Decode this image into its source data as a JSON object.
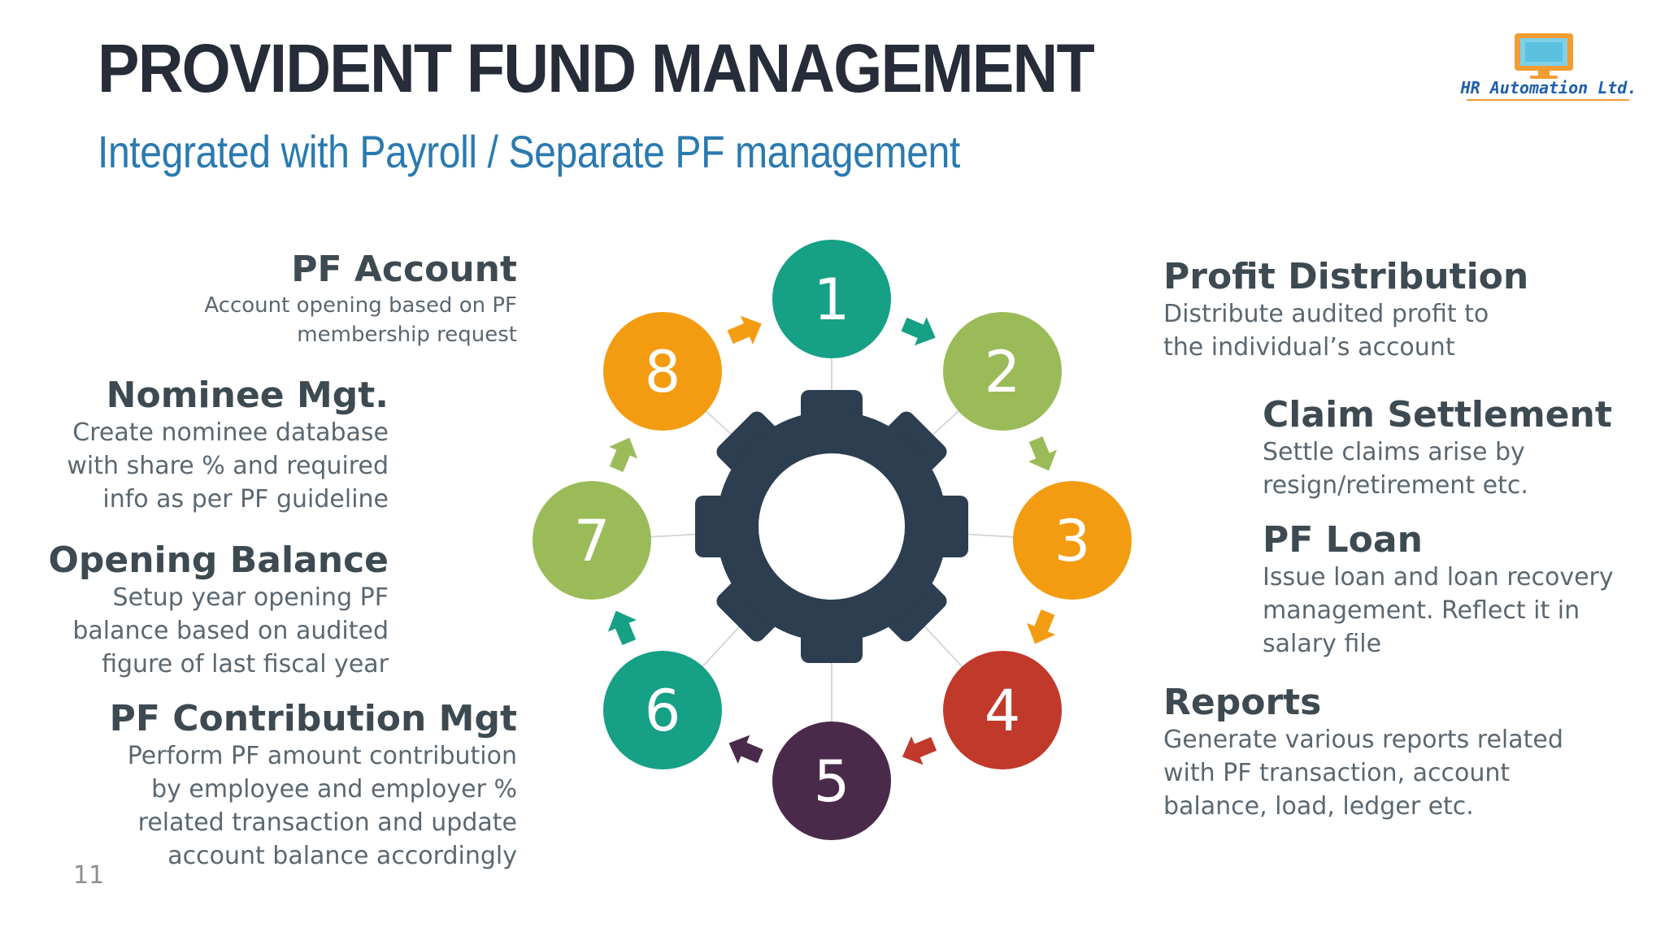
{
  "slide": {
    "title": "PROVIDENT FUND MANAGEMENT",
    "subtitle": "Integrated with Payroll / Separate PF management",
    "page_number": "11"
  },
  "logo": {
    "text": "HR Automation Ltd.",
    "icon": "monitor-icon",
    "colors": {
      "frame": "#f39c34",
      "screen": "#5bc0de",
      "text": "#1f5fa8"
    }
  },
  "left_items": [
    {
      "head": "PF Account",
      "lines": [
        "Account opening based on PF",
        "membership request"
      ]
    },
    {
      "head": "Nominee Mgt.",
      "lines": [
        "Create nominee database",
        "with share % and required",
        "info as per PF guideline"
      ]
    },
    {
      "head": "Opening Balance",
      "lines": [
        "Setup year opening PF",
        "balance based on audited",
        "figure of last fiscal year"
      ]
    },
    {
      "head": "PF Contribution Mgt",
      "lines": [
        "Perform PF amount contribution",
        "by employee and employer %",
        "related transaction and update",
        "account balance accordingly"
      ]
    }
  ],
  "right_items": [
    {
      "head": "Profit Distribution",
      "lines": [
        "Distribute audited profit to",
        "the individual’s account"
      ]
    },
    {
      "head": "Claim Settlement",
      "lines": [
        "Settle claims arise by",
        "resign/retirement etc."
      ]
    },
    {
      "head": "PF Loan",
      "lines": [
        "Issue loan and loan recovery",
        "management. Reflect it in",
        "salary file"
      ]
    },
    {
      "head": "Reports",
      "lines": [
        "Generate various reports related",
        "with PF transaction, account",
        "balance, load, ledger etc."
      ]
    }
  ],
  "cycle": {
    "center_icon": "gear-icon",
    "gear_color": "#2c3e50",
    "steps": [
      {
        "label": "1",
        "color": "#16a085"
      },
      {
        "label": "2",
        "color": "#9bbb59"
      },
      {
        "label": "3",
        "color": "#f39c12"
      },
      {
        "label": "4",
        "color": "#c0392b"
      },
      {
        "label": "5",
        "color": "#4a2a4a"
      },
      {
        "label": "6",
        "color": "#16a085"
      },
      {
        "label": "7",
        "color": "#9bbb59"
      },
      {
        "label": "8",
        "color": "#f39c12"
      }
    ]
  }
}
